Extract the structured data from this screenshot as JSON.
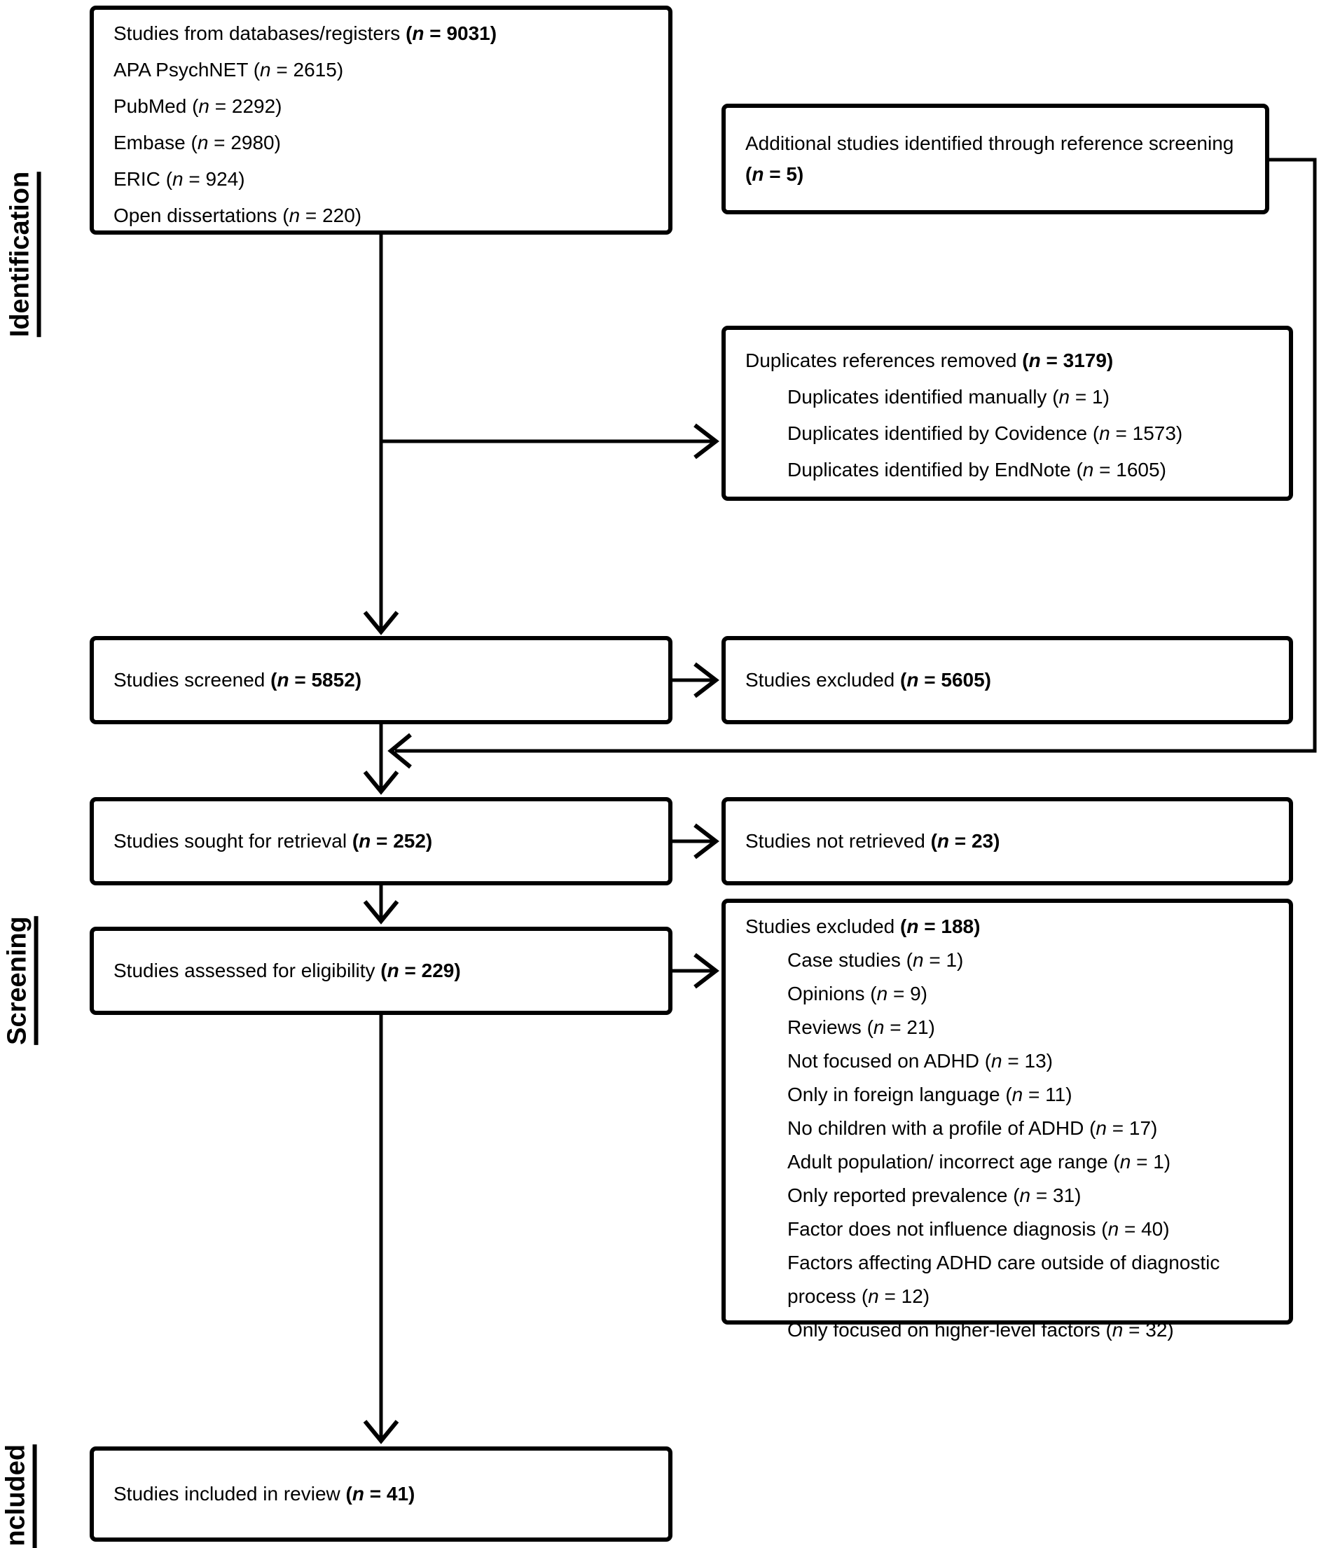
{
  "format": {
    "open": "(",
    "var": "n",
    "eq": " = ",
    "close": ")"
  },
  "side_labels": {
    "identification": "Identification",
    "screening": "Screening",
    "included": "Included"
  },
  "boxes": {
    "databases": {
      "title": "Studies from databases/registers",
      "n": "9031",
      "items": [
        {
          "label": "APA PsychNET",
          "n": "2615"
        },
        {
          "label": "PubMed",
          "n": "2292"
        },
        {
          "label": "Embase",
          "n": "2980"
        },
        {
          "label": "ERIC",
          "n": "924"
        },
        {
          "label": "Open dissertations",
          "n": "220"
        }
      ]
    },
    "additional": {
      "title": "Additional studies identified through reference screening",
      "n": "5"
    },
    "duplicates": {
      "title": "Duplicates references removed",
      "n": "3179",
      "items": [
        {
          "label": "Duplicates identified manually",
          "n": "1"
        },
        {
          "label": "Duplicates identified by Covidence",
          "n": "1573"
        },
        {
          "label": "Duplicates identified by EndNote",
          "n": "1605"
        }
      ]
    },
    "screened": {
      "title": "Studies screened",
      "n": "5852"
    },
    "excluded_screening": {
      "title": "Studies excluded",
      "n": "5605"
    },
    "sought": {
      "title": "Studies sought for retrieval",
      "n": "252"
    },
    "not_retrieved": {
      "title": "Studies not retrieved",
      "n": "23"
    },
    "assessed": {
      "title": "Studies assessed for eligibility",
      "n": "229"
    },
    "excluded_eligibility": {
      "title": "Studies excluded",
      "n": "188",
      "items": [
        {
          "label": "Case studies",
          "n": "1"
        },
        {
          "label": "Opinions",
          "n": "9"
        },
        {
          "label": "Reviews",
          "n": "21"
        },
        {
          "label": "Not focused on ADHD",
          "n": "13"
        },
        {
          "label": "Only in foreign language",
          "n": "11"
        },
        {
          "label": "No children with a profile of ADHD",
          "n": "17"
        },
        {
          "label": "Adult population/ incorrect age range",
          "n": "1"
        },
        {
          "label": "Only reported prevalence",
          "n": "31"
        },
        {
          "label": "Factor does not influence diagnosis",
          "n": "40"
        },
        {
          "label": "Factors affecting ADHD care outside of diagnostic process",
          "n": "12"
        },
        {
          "label": "Only focused on higher-level factors",
          "n": "32"
        }
      ]
    },
    "included": {
      "title": "Studies included in review",
      "n": "41"
    }
  }
}
